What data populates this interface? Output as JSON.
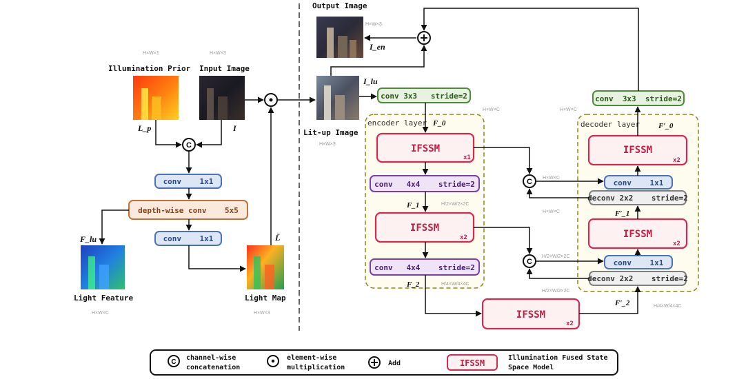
{
  "images": {
    "output_image": "Output Image",
    "illumination_prior": "Illumination Prior",
    "input_image": "Input Image",
    "lit_up_image": "Lit-up Image",
    "light_feature": "Light Feature",
    "light_map": "Light Map"
  },
  "dims": {
    "hw3": "H×W×3",
    "hw1": "H×W×1",
    "hwc": "H×W×C",
    "h2_w2_2c": "H/2×W/2×2C",
    "h4_w4_4c": "H/4×W/4×4C"
  },
  "symbols": {
    "i_en": "I_en",
    "i_lu": "I_lu",
    "l_p": "L_p",
    "i": "I",
    "l_bar": "L̄",
    "f_lu": "F_lu",
    "f0": "F_0",
    "f1": "F_1",
    "f2": "F_2",
    "f0p": "F′_0",
    "f1p": "F′_1",
    "f2p": "F′_2"
  },
  "ops": {
    "concat": "C",
    "mult": "⊙",
    "add": "+"
  },
  "blocks": {
    "conv_1x1": "conv    1x1",
    "depthwise_conv": "depth-wise conv    5x5",
    "conv_3x3_in": "conv 3x3   stride=2",
    "conv_3x3_out": "conv  3x3  stride=2",
    "conv_4x4": "conv   4x4    stride=2",
    "deconv_2x2": "deconv 2x2    stride=2",
    "ifssm": "IFSSM",
    "x1": "x1",
    "x2": "x2"
  },
  "layers": {
    "encoder": "encoder layer",
    "decoder": "decoder layer"
  },
  "legend": {
    "concat_line1": "channel-wise",
    "concat_line2": "concatenation",
    "mult_line1": "element-wise",
    "mult_line2": "multiplication",
    "add": "Add",
    "ifssm_box": "IFSSM",
    "ifssm_line1": "Illumination Fused State",
    "ifssm_line2": "Space Model"
  },
  "colors": {
    "ifssm_border": "#d42a4f",
    "ifssm_fill": "#fdf1f2",
    "conv_blue_border": "#4a72b8",
    "conv_blue_fill": "#dce6f5",
    "conv_green_border": "#4f8a3a",
    "conv_green_fill": "#e8f2e0",
    "conv_purple_border": "#7a3fa8",
    "conv_purple_fill": "#eee4f6",
    "deconv_gray_border": "#7f7f7f",
    "deconv_gray_fill": "#efefef",
    "dw_border": "#c0703a",
    "dw_fill": "#fbe9dc",
    "layer_border": "#8a8a1a",
    "layer_fill": "#fdfcee"
  }
}
